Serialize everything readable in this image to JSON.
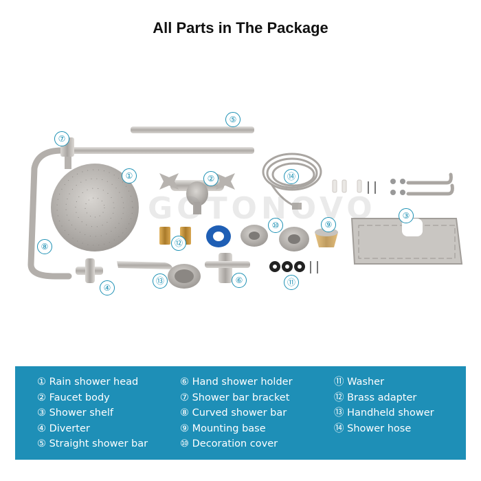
{
  "title": "All Parts in The Package",
  "watermark": "GOTONOVO",
  "callouts": {
    "c1": "①",
    "c2": "②",
    "c3": "③",
    "c4": "④",
    "c5": "⑤",
    "c6": "⑥",
    "c7": "⑦",
    "c8": "⑧",
    "c9": "⑨",
    "c10": "⑩",
    "c11": "⑪",
    "c12": "⑫",
    "c13": "⑬",
    "c14": "⑭"
  },
  "legend": {
    "col1": [
      "① Rain shower head",
      "② Faucet body",
      "③ Shower shelf",
      "④ Diverter",
      "⑤ Straight shower bar"
    ],
    "col2": [
      "⑥ Hand shower holder",
      "⑦ Shower bar bracket",
      "⑧ Curved shower bar",
      "⑨ Mounting base",
      "⑩ Decoration cover"
    ],
    "col3": [
      "⑪ Washer",
      "⑫ Brass adapter",
      "⑬ Handheld shower",
      "⑭ Shower hose"
    ]
  },
  "colors": {
    "accent": "#1e8fb7",
    "metal": "#b9b6b2",
    "brass": "#c8963e"
  }
}
